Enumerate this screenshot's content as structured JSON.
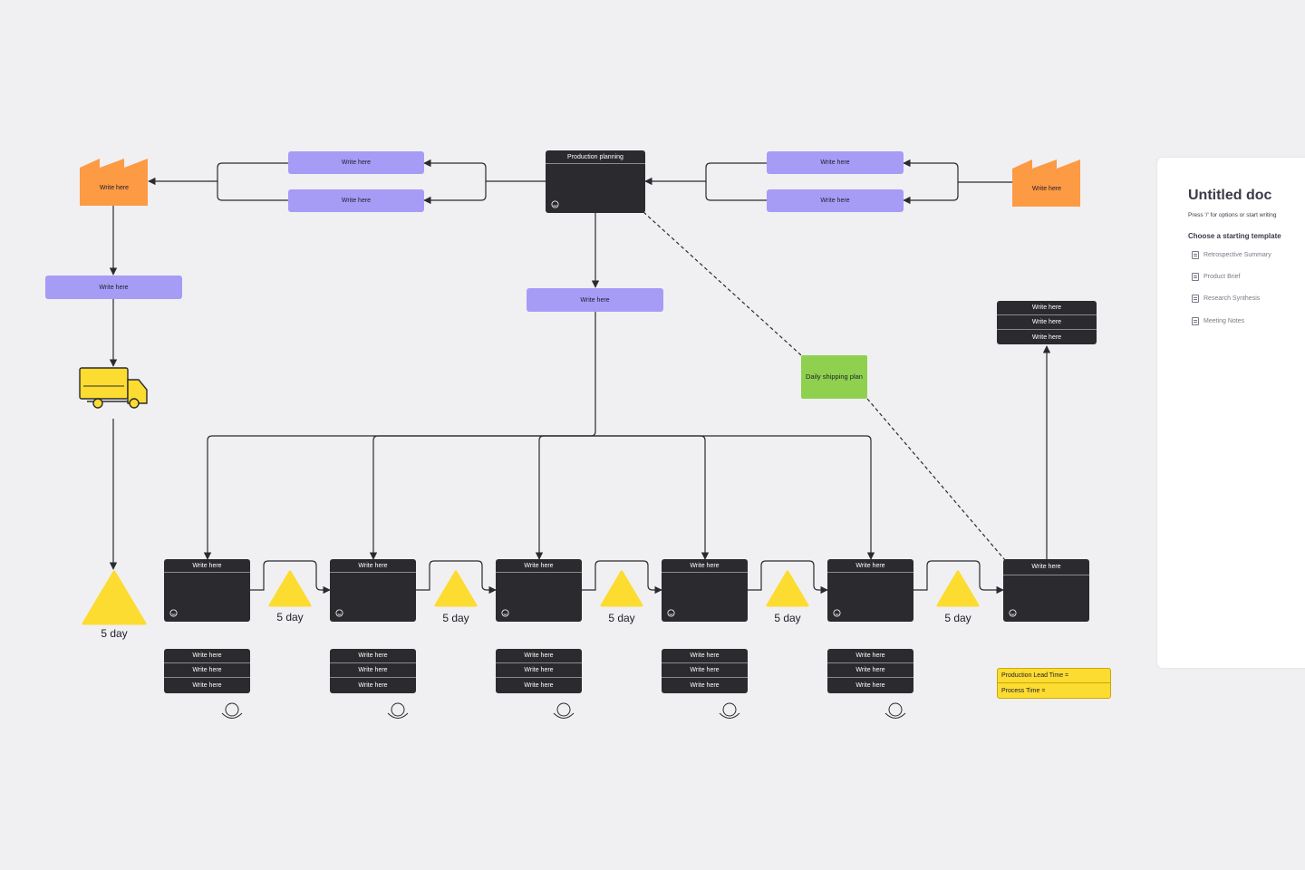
{
  "diagram": {
    "planning": {
      "label": "Production planning"
    },
    "placeholder": "Write here",
    "supplier_factory": {
      "label": "Write here"
    },
    "customer_factory": {
      "label": "Write here"
    },
    "shipping_plan": {
      "label": "Daily shipping plan"
    },
    "wait_label": "5 day",
    "processes": [
      {
        "label": "Write here"
      },
      {
        "label": "Write here"
      },
      {
        "label": "Write here"
      },
      {
        "label": "Write here"
      },
      {
        "label": "Write here"
      },
      {
        "label": "Write here"
      }
    ],
    "data_box_rows": [
      "Write here",
      "Write here",
      "Write here"
    ],
    "timeline": {
      "lead_time": "Production Lead Time =",
      "process_time": "Process Time ="
    },
    "colors": {
      "background": "#f0f0f2",
      "info_flow": "#a69cf6",
      "process": "#2b2b2f",
      "factory": "#fd9a44",
      "inventory": "#fddc32",
      "shipping_plan": "#8fd14f"
    }
  },
  "doc_panel": {
    "title": "Untitled doc",
    "hint": "Press '/' for options or start writing",
    "templates_heading": "Choose a starting template",
    "templates": [
      {
        "label": "Retrospective Summary",
        "icon": "doc-icon"
      },
      {
        "label": "Product Brief",
        "icon": "doc-icon"
      },
      {
        "label": "Research Synthesis",
        "icon": "doc-icon"
      },
      {
        "label": "Meeting Notes",
        "icon": "doc-icon"
      }
    ]
  }
}
